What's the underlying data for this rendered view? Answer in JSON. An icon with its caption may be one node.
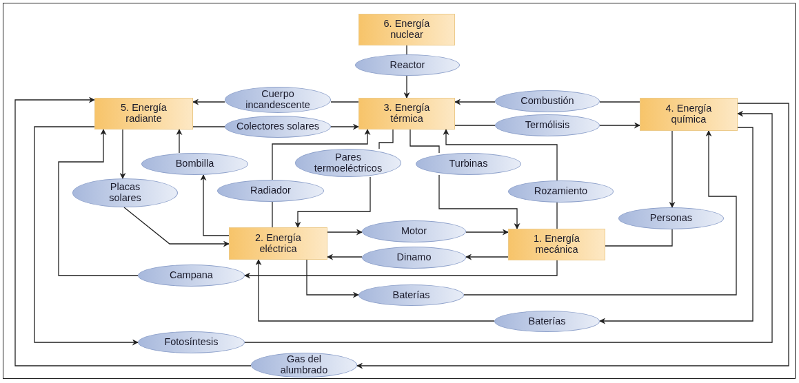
{
  "diagram": {
    "nodes": [
      {
        "text": [
          "6. Energía nuclear"
        ]
      },
      {
        "text": [
          "Reactor"
        ]
      },
      {
        "text": [
          "5. Energía radiante"
        ]
      },
      {
        "text": [
          "Cuerpo incandescente"
        ]
      },
      {
        "text": [
          "3. Energía térmica"
        ]
      },
      {
        "text": [
          "Combustión"
        ]
      },
      {
        "text": [
          "4. Energía química"
        ]
      },
      {
        "text": [
          "Colectores solares"
        ]
      },
      {
        "text": [
          "Termólisis"
        ]
      },
      {
        "text": [
          "Bombilla"
        ]
      },
      {
        "text": [
          "Pares termoeléctricos"
        ]
      },
      {
        "text": [
          "Turbinas"
        ]
      },
      {
        "text": [
          "Placas solares"
        ]
      },
      {
        "text": [
          "Radiador"
        ]
      },
      {
        "text": [
          "Rozamiento"
        ]
      },
      {
        "text": [
          "Personas"
        ]
      },
      {
        "text": [
          "2. Energía eléctrica"
        ]
      },
      {
        "text": [
          "Motor"
        ]
      },
      {
        "text": [
          "1. Energía mecánica"
        ]
      },
      {
        "text": [
          "Dinamo"
        ]
      },
      {
        "text": [
          "Campana"
        ]
      },
      {
        "text": [
          "Baterías"
        ]
      },
      {
        "text": [
          "Baterías"
        ]
      },
      {
        "text": [
          "Fotosíntesis"
        ]
      },
      {
        "text": [
          "Gas del alumbrado"
        ]
      }
    ],
    "edges": [
      {
        "from": 0,
        "to": 1,
        "arrow": "none"
      },
      {
        "from": 1,
        "to": 4,
        "arrow": "to"
      },
      {
        "from": 4,
        "to": 3,
        "arrow": "none"
      },
      {
        "from": 3,
        "to": 2,
        "arrow": "to"
      },
      {
        "from": 6,
        "to": 5,
        "arrow": "none"
      },
      {
        "from": 5,
        "to": 4,
        "arrow": "to"
      },
      {
        "from": 2,
        "to": 7,
        "arrow": "none"
      },
      {
        "from": 7,
        "to": 4,
        "arrow": "to"
      },
      {
        "from": 4,
        "to": 8,
        "arrow": "none"
      },
      {
        "from": 8,
        "to": 6,
        "arrow": "to"
      },
      {
        "from": 16,
        "to": 9,
        "arrow": "to"
      },
      {
        "from": 9,
        "to": 2,
        "arrow": "to"
      },
      {
        "from": 2,
        "to": 12,
        "arrow": "to"
      },
      {
        "from": 12,
        "to": 16,
        "arrow": "to"
      },
      {
        "from": 4,
        "to": 10,
        "arrow": "none"
      },
      {
        "from": 10,
        "to": 16,
        "arrow": "to"
      },
      {
        "from": 16,
        "to": 13,
        "arrow": "none"
      },
      {
        "from": 13,
        "to": 4,
        "arrow": "to"
      },
      {
        "from": 4,
        "to": 11,
        "arrow": "none"
      },
      {
        "from": 11,
        "to": 18,
        "arrow": "to"
      },
      {
        "from": 18,
        "to": 14,
        "arrow": "none"
      },
      {
        "from": 14,
        "to": 4,
        "arrow": "to"
      },
      {
        "from": 6,
        "to": 15,
        "arrow": "to"
      },
      {
        "from": 15,
        "to": 18,
        "arrow": "none"
      },
      {
        "from": 16,
        "to": 17,
        "arrow": "to"
      },
      {
        "from": 17,
        "to": 18,
        "arrow": "to"
      },
      {
        "from": 18,
        "to": 19,
        "arrow": "to"
      },
      {
        "from": 19,
        "to": 16,
        "arrow": "to"
      },
      {
        "from": 18,
        "to": 20,
        "arrow": "to"
      },
      {
        "from": 20,
        "to": 2,
        "arrow": "to"
      },
      {
        "from": 16,
        "to": 21,
        "arrow": "to"
      },
      {
        "from": 21,
        "to": 6,
        "arrow": "to"
      },
      {
        "from": 6,
        "to": 22,
        "arrow": "to"
      },
      {
        "from": 22,
        "to": 16,
        "arrow": "to"
      },
      {
        "from": 2,
        "to": 23,
        "arrow": "to"
      },
      {
        "from": 23,
        "to": 6,
        "arrow": "to"
      },
      {
        "from": 6,
        "to": 24,
        "arrow": "to"
      },
      {
        "from": 24,
        "to": 2,
        "arrow": "to"
      }
    ]
  }
}
